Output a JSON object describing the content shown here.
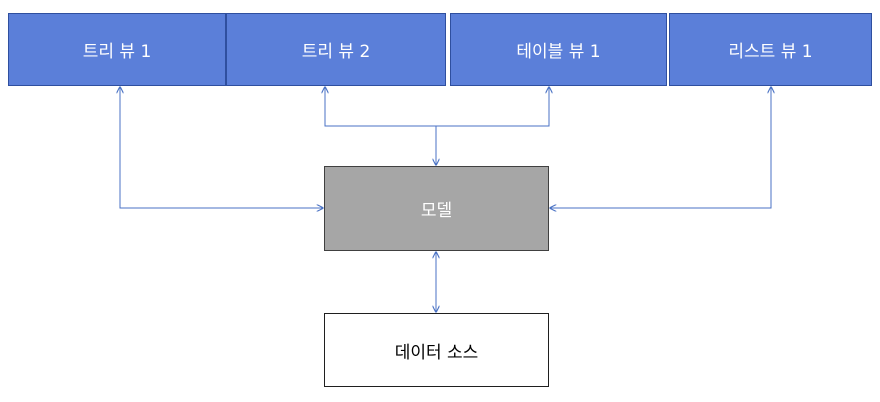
{
  "views": [
    {
      "label": "트리 뷰 1"
    },
    {
      "label": "트리 뷰 2"
    },
    {
      "label": "테이블 뷰 1"
    },
    {
      "label": "리스트 뷰 1"
    }
  ],
  "model": {
    "label": "모델"
  },
  "datasource": {
    "label": "데이터 소스"
  },
  "colors": {
    "view_fill": "#5b7fd9",
    "model_fill": "#a6a6a6",
    "connector": "#4a72c4"
  }
}
